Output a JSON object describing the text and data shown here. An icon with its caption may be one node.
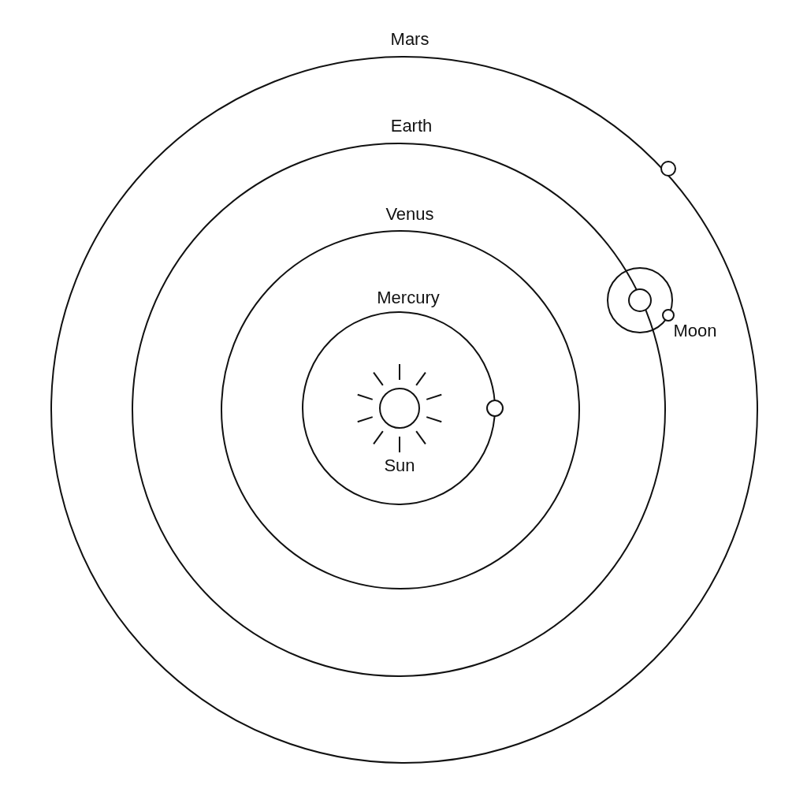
{
  "diagram": {
    "labels": [
      "Mars",
      "Earth",
      "Venus",
      "Mercury",
      "Moon",
      "Sun"
    ]
  }
}
